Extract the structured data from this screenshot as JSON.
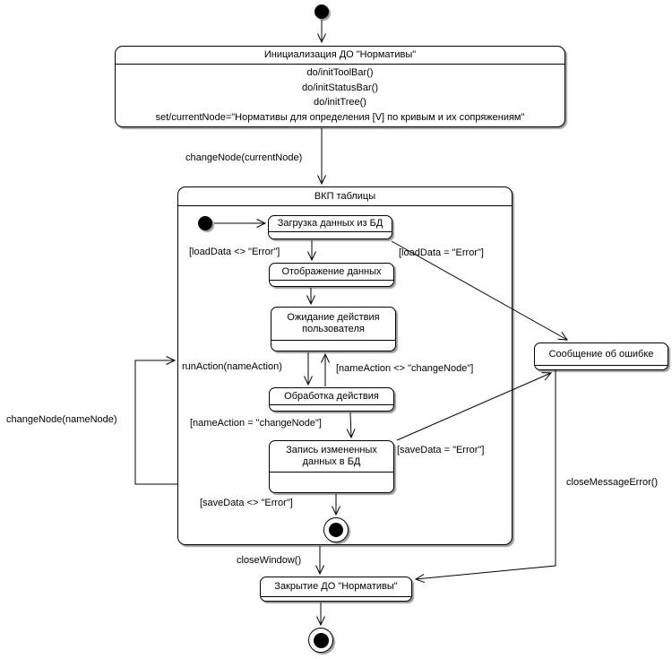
{
  "states": {
    "init": {
      "title": "Инициализация ДО \"Нормативы\"",
      "actions": [
        "do/initToolBar()",
        "do/initStatusBar()",
        "do/initTree()",
        "set/currentNode=\"Нормативы для определения [V] по кривым и их сопряжениям\""
      ]
    },
    "composite": {
      "title": "ВКП таблицы"
    },
    "load": {
      "title": "Загрузка данных из БД"
    },
    "display": {
      "title": "Отображение данных"
    },
    "wait": {
      "title": "Ожидание действия пользователя"
    },
    "process": {
      "title": "Обработка действия"
    },
    "save": {
      "title": "Запись измененных данных в БД"
    },
    "error": {
      "title": "Сообщение об ошибке"
    },
    "close": {
      "title": "Закрытие ДО \"Нормативы\""
    }
  },
  "transitions": {
    "change_current": "changeNode(currentNode)",
    "load_ok": "[loadData <> \"Error\"]",
    "load_err": "[loadData = \"Error\"]",
    "run_action": "runAction(nameAction)",
    "action_neq": "[nameAction <> \"changeNode\"]",
    "action_eq": "[nameAction = \"changeNode\"]",
    "save_err": "[saveData = \"Error\"]",
    "save_ok": "[saveData <> \"Error\"]",
    "change_node": "changeNode(nameNode)",
    "close_window": "closeWindow()",
    "close_message": "closeMessageError()"
  },
  "colors": {
    "line": "#000000",
    "fill": "#ffffff",
    "shadow": "#9c9c9c"
  }
}
